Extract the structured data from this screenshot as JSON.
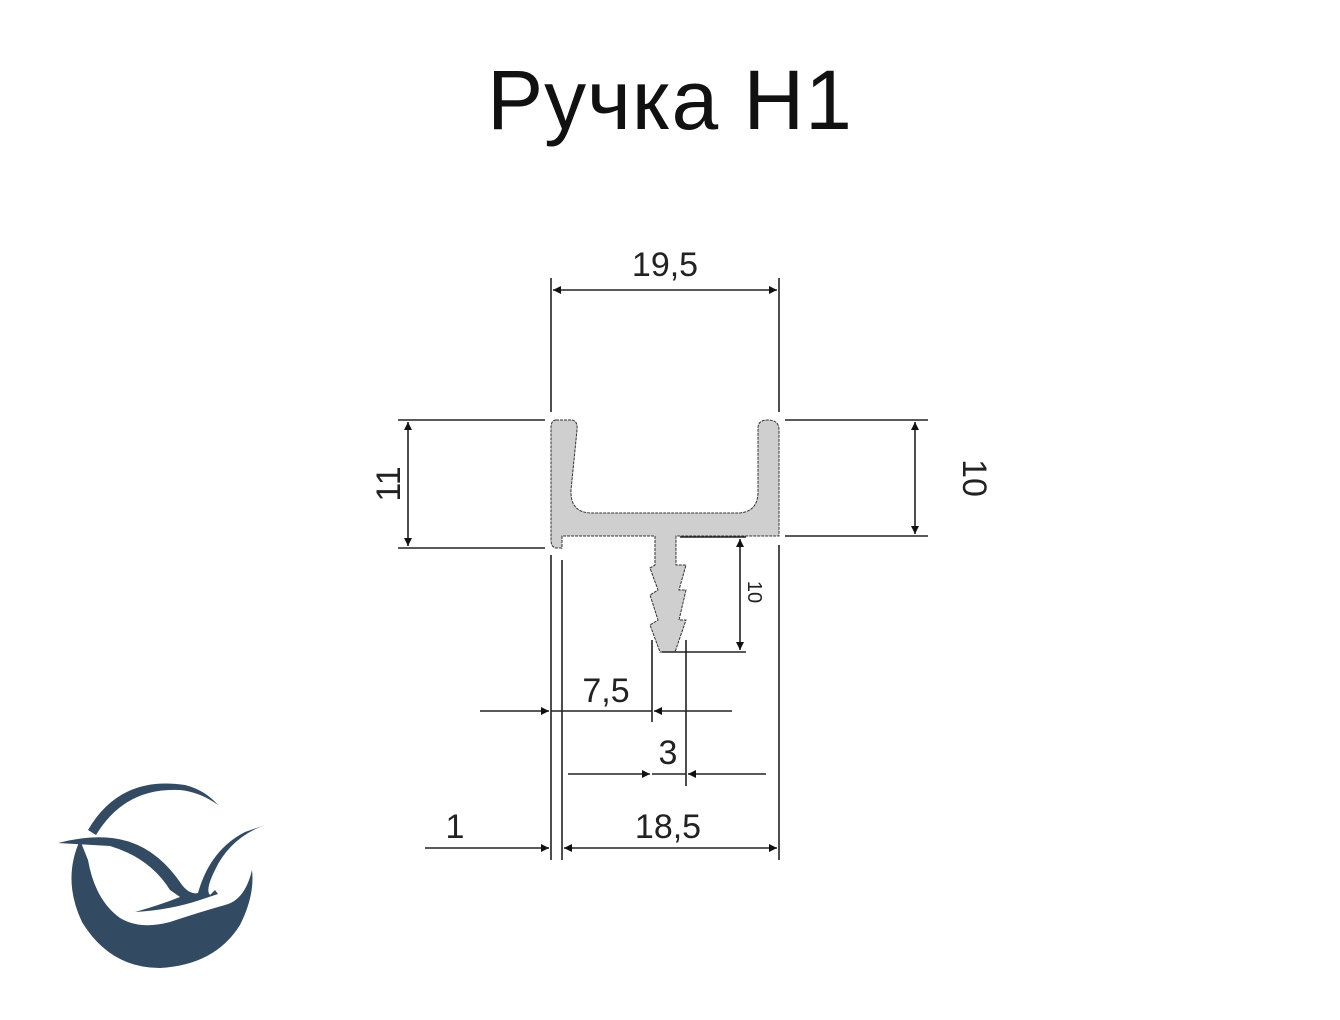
{
  "title": "Ручка Н1",
  "dimensions": {
    "overall_width": "19,5",
    "left_height": "11",
    "right_height": "10",
    "stem_length": "10",
    "stem_offset": "7,5",
    "stem_width": "3",
    "lip": "1",
    "inner_width": "18,5"
  },
  "colors": {
    "profile": "#cfcfcf",
    "logo": "#334a63"
  },
  "logo_icon": "bird-in-circle-logo"
}
